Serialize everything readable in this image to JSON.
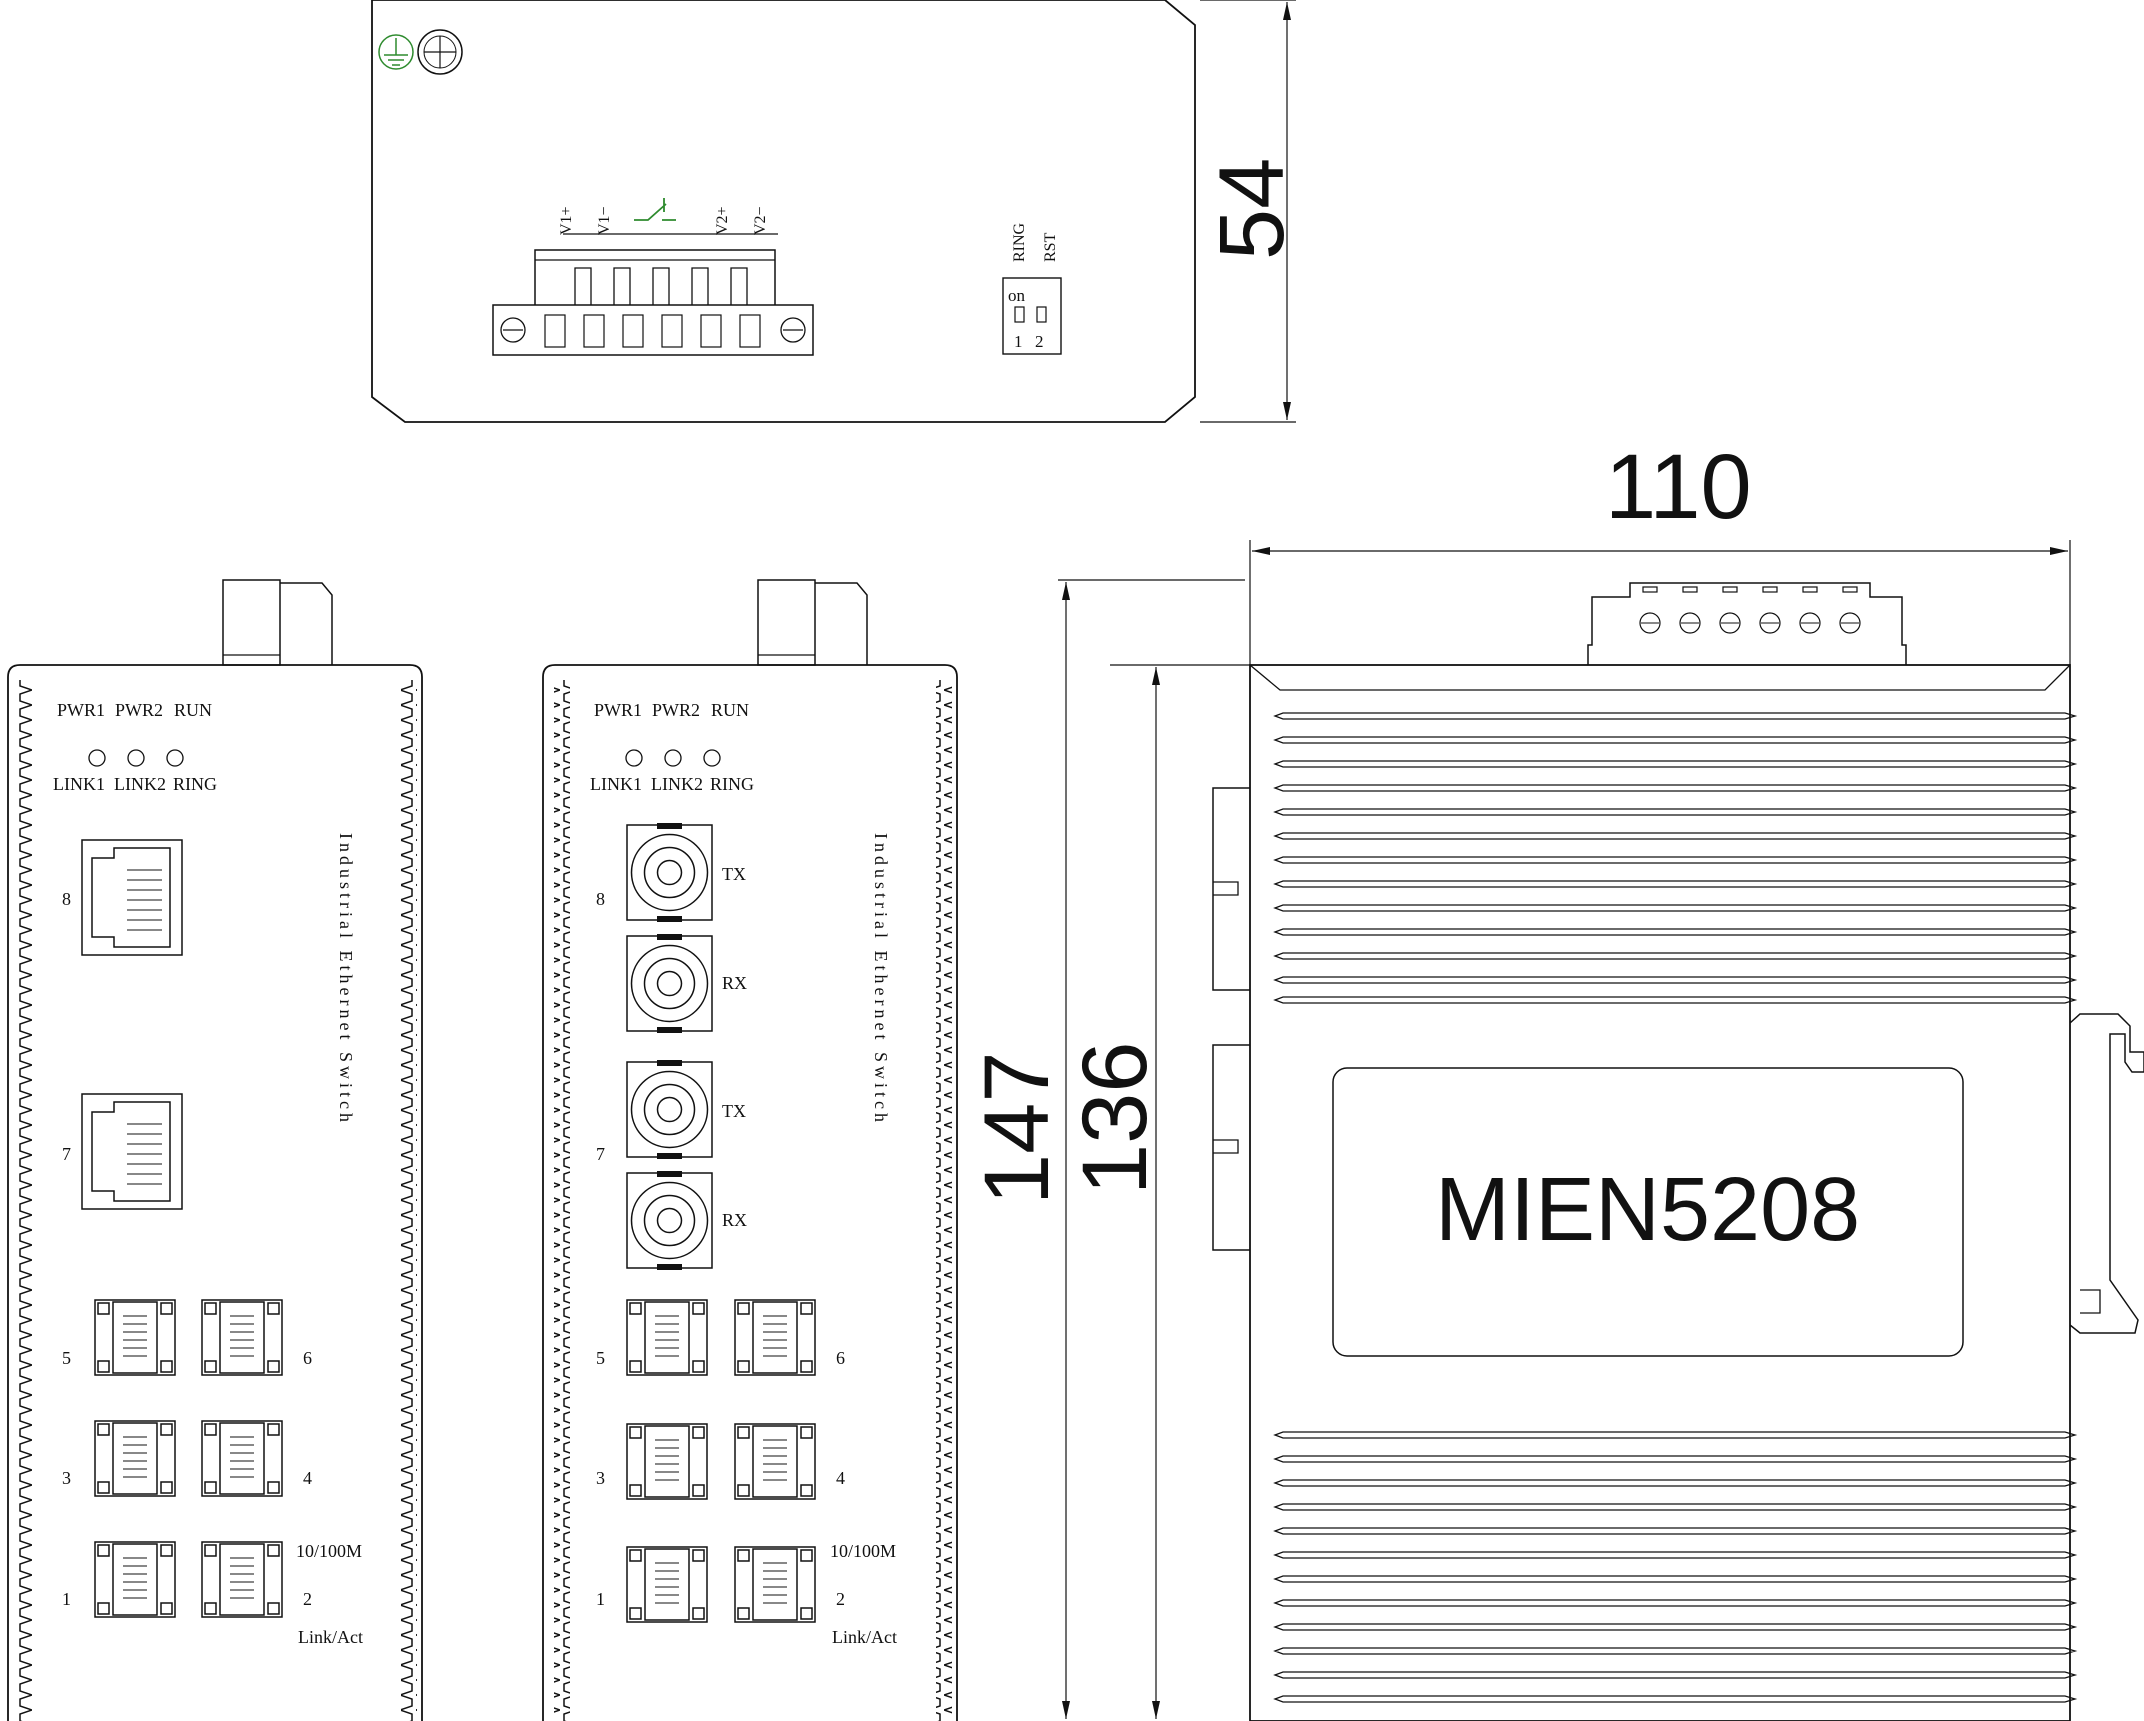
{
  "top_view": {
    "terminal_labels": [
      "V1+",
      "V1−",
      "V2+",
      "V2−"
    ],
    "dip_switch": {
      "labels": [
        "RING",
        "RST"
      ],
      "on_label": "on",
      "numbers": [
        "1",
        "2"
      ]
    }
  },
  "front_panel": {
    "led_labels_top": [
      "PWR1",
      "PWR2",
      "RUN"
    ],
    "led_labels_bottom": [
      "LINK1",
      "LINK2",
      "RING"
    ],
    "product_text": "Industrial Ethernet Switch",
    "speed_label": "10/100M",
    "link_label": "Link/Act",
    "port_numbers": {
      "p1": "1",
      "p2": "2",
      "p3": "3",
      "p4": "4",
      "p5": "5",
      "p6": "6",
      "p7": "7",
      "p8": "8"
    },
    "fiber_labels": {
      "tx": "TX",
      "rx": "RX"
    }
  },
  "side_view": {
    "model": "MIEN5208"
  },
  "dimensions": {
    "top_height": "54",
    "width": "110",
    "total_height": "147",
    "body_height": "136"
  },
  "colors": {
    "line": "#111111",
    "ground_symbol": "#2e8b2e",
    "relay_symbol": "#2e8b2e"
  },
  "icons": [
    "ground-icon",
    "screw-icon",
    "relay-contact-icon"
  ]
}
